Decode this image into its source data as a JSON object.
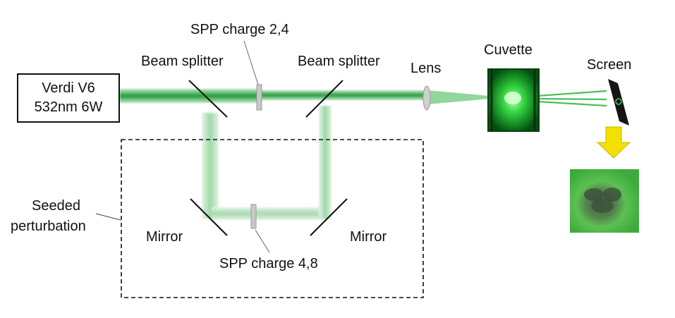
{
  "laser": {
    "line1": "Verdi V6",
    "line2": "532nm 6W"
  },
  "labels": {
    "spp_top": "SPP charge 2,4",
    "beam_splitter_left": "Beam splitter",
    "beam_splitter_right": "Beam splitter",
    "lens": "Lens",
    "cuvette": "Cuvette",
    "screen": "Screen",
    "seeded_perturbation_line1": "Seeded",
    "seeded_perturbation_line2": "perturbation",
    "mirror_left": "Mirror",
    "mirror_right": "Mirror",
    "spp_bottom": "SPP charge 4,8"
  },
  "colors": {
    "beam": "#2fae48",
    "beam_light": "#a7dcae",
    "arrow": "#f2e000",
    "component": "#111111"
  }
}
